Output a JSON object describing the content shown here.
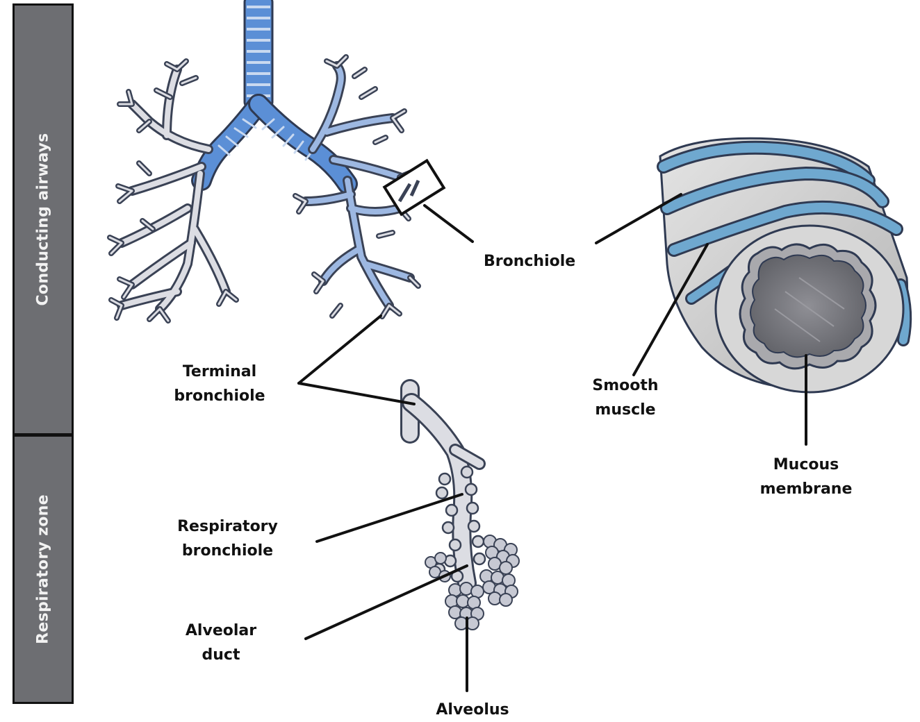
{
  "zones": {
    "conducting": "Conducting airways",
    "respiratory": "Respiratory zone"
  },
  "labels": {
    "bronchiole": "Bronchiole",
    "terminal_bronchiole": [
      "Terminal",
      "bronchiole"
    ],
    "smooth_muscle": [
      "Smooth",
      "muscle"
    ],
    "mucous_membrane": [
      "Mucous",
      "membrane"
    ],
    "respiratory_bronchiole": [
      "Respiratory",
      "bronchiole"
    ],
    "alveolar_duct": [
      "Alveolar",
      "duct"
    ],
    "alveolus": "Alveolus"
  },
  "colors": {
    "zone_bar": "#6d6e72",
    "airway_blue": "#5b8fd6",
    "airway_outline": "#3a4255",
    "muscle_blue": "#6fa8cf",
    "tissue_gray": "#c9c9c9",
    "lumen_gray": "#7b7b80"
  }
}
